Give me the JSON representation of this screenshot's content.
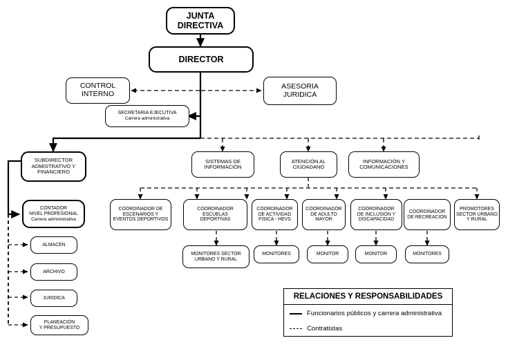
{
  "diagram": {
    "title": "Organigrama",
    "colors": {
      "line": "#000000",
      "box_border": "#000000",
      "background": "#ffffff"
    }
  },
  "nodes": {
    "junta_directiva": {
      "label": "JUNTA\nDIRECTIVA",
      "line1": "JUNTA",
      "line2": "DIRECTIVA"
    },
    "director": {
      "label": "DIRECTOR"
    },
    "control_interno": {
      "line1": "CONTROL",
      "line2": "INTERNO"
    },
    "asesoria_juridica": {
      "line1": "ASESORIA",
      "line2": "JURIDICA"
    },
    "secretaria_ejecutiva": {
      "line1": "SECRETARIA EJECUTIVA",
      "line2": "Carrera administrativa"
    },
    "subdirector": {
      "line1": "SUBDIRECTOR",
      "line2": "ADMISTRATIVO  Y",
      "line3": "FINANCIERO"
    },
    "contador": {
      "line1": "CONTADOR",
      "line2": "NIVEL PROFESIONAL",
      "line3": "Carrera administrativa"
    },
    "almacen": {
      "label": "ALMACEN"
    },
    "archivo": {
      "label": "ARCHIVO"
    },
    "juridica": {
      "label": "JURIDICA"
    },
    "planeacion": {
      "line1": "PLANEACIÓN",
      "line2": "Y PRESUPUESTO"
    },
    "sistemas": {
      "line1": "SISTEMAS  DE",
      "line2": "INFORMACIÓN"
    },
    "atencion": {
      "line1": "ATENCIÓN AL",
      "line2": "CIUDADANO"
    },
    "informacion": {
      "line1": "INFORMACIÓN Y",
      "line2": "COMUNICACIONES"
    },
    "coord_escenarios": {
      "line1": "COORDINADOR  DE",
      "line2": "ESCENARIOS Y",
      "line3": "EVENTOS DEPORTIVOS"
    },
    "coord_escuelas": {
      "line1": "COORDINADOR",
      "line2": "ESCUELAS",
      "line3": "DEPORTIVAS"
    },
    "coord_actividad": {
      "line1": "COORDINADOR",
      "line2": "DE ACTIVIDAD",
      "line3": "FISICA - HEVS"
    },
    "coord_adulto": {
      "line1": "COORDINADOR",
      "line2": "DE ADULTO",
      "line3": "MAYOR"
    },
    "coord_inclusion": {
      "line1": "COORDINADOR",
      "line2": "DE INCLUSIÓN Y",
      "line3": "DISCAPACIDAD"
    },
    "coord_recreacion": {
      "line1": "COORDINADOR",
      "line2": "DE RECREACIÓN"
    },
    "promotores": {
      "line1": "PROMOTORES",
      "line2": "SECTOR URBANO",
      "line3": "Y RURAL"
    },
    "monitores_sector": {
      "line1": "MONITORES SECTOR",
      "line2": "URBANO Y RURAL"
    },
    "monitores_1": {
      "label": "MONITORES"
    },
    "monitor_1": {
      "label": "MONITOR"
    },
    "monitor_2": {
      "label": "MONITOR"
    },
    "monitores_2": {
      "label": "MONITORES"
    }
  },
  "legend": {
    "title": "RELACIONES Y RESPONSABILIDADES",
    "items": [
      {
        "style": "solid",
        "label": "Funcionarios públicos y carrera administrativa"
      },
      {
        "style": "dashed",
        "label": "Contratistas"
      }
    ]
  }
}
